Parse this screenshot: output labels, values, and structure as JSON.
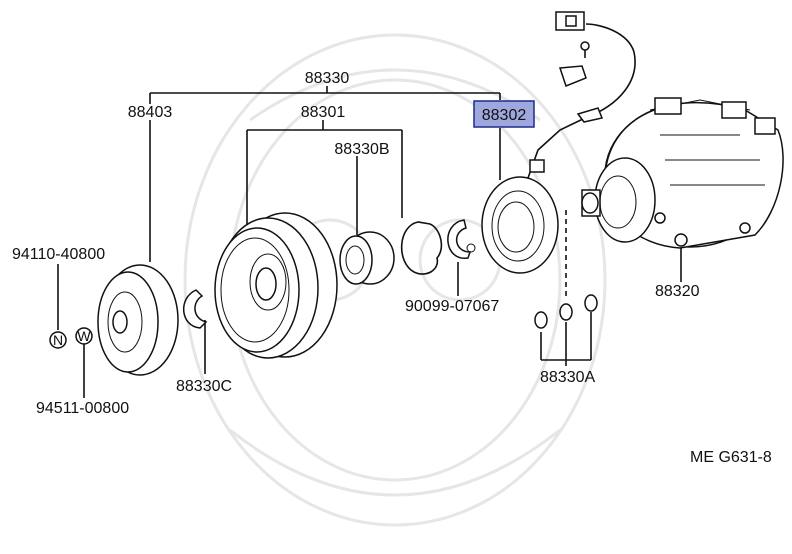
{
  "callouts": {
    "p88330": "88330",
    "p88403": "88403",
    "p88301": "88301",
    "p88330B": "88330B",
    "p88302": "88302",
    "p94110": "94110-40800",
    "p88320": "88320",
    "p90099": "90099-07067",
    "p88330C": "88330C",
    "p88330A": "88330A",
    "p94511": "94511-00800"
  },
  "symbols": {
    "nut": "N",
    "washer": "W"
  },
  "footer_code": "ME  G631-8",
  "colors": {
    "highlight_fill": "#9fa8dc",
    "highlight_border": "#1d2a8c",
    "ink": "#111111"
  }
}
